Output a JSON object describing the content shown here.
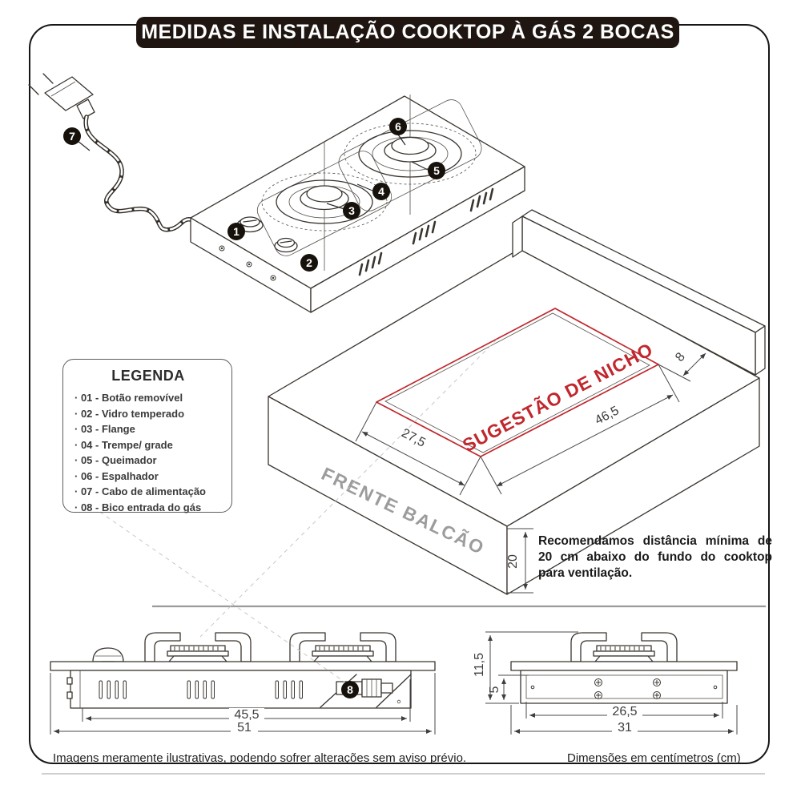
{
  "title": "MEDIDAS E INSTALAÇÃO COOKTOP À GÁS 2 BOCAS",
  "legend": {
    "title": "LEGENDA",
    "items": [
      "· 01 - Botão removível",
      "· 02 - Vidro temperado",
      "· 03 - Flange",
      "· 04 - Trempe/ grade",
      "· 05 - Queimador",
      "· 06 - Espalhador",
      "· 07 - Cabo de alimentação",
      "· 08 - Bico entrada do gás"
    ]
  },
  "callouts": {
    "c1": "1",
    "c2": "2",
    "c3": "3",
    "c4": "4",
    "c5": "5",
    "c6": "6",
    "c7": "7",
    "c8": "8"
  },
  "niche": {
    "label": "SUGESTÃO DE NICHO",
    "front_label": "FRENTE BALCÃO",
    "depth": "27,5",
    "width": "46,5",
    "back_gap": "8",
    "clearance_below": "20"
  },
  "ventilation_note": "Recomendamos distância mínima de 20 cm abaixo do fundo do cooktop para ventilação.",
  "front_view": {
    "inner_width": "45,5",
    "outer_width": "51"
  },
  "side_view": {
    "total_height": "11,5",
    "body_height": "5",
    "inner_width": "26,5",
    "outer_width": "31"
  },
  "footer": {
    "disclaimer": "Imagens meramente ilustrativas, podendo sofrer alterações sem aviso prévio.",
    "units": "Dimensões em centímetros (cm)"
  },
  "colors": {
    "accent_red": "#c1272d",
    "title_bg": "#1f1611",
    "line": "#3a342e",
    "gray_label": "#9c9c9c"
  }
}
